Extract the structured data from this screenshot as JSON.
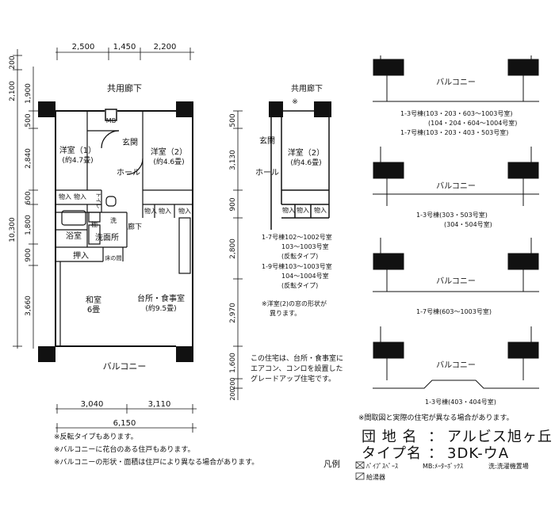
{
  "dims": {
    "top": [
      "2,500",
      "1,450",
      "2,200"
    ],
    "left_outer": [
      "200",
      "2,100",
      "10,300"
    ],
    "left_inner": [
      "1,900",
      "500",
      "2,840",
      "600",
      "1,800",
      "900",
      "3,660"
    ],
    "bottom": [
      "3,040",
      "3,110"
    ],
    "total_width": "6,150",
    "mid_col": [
      "500",
      "3,130",
      "900",
      "2,800",
      "2,970",
      "1,600",
      "200",
      "200"
    ]
  },
  "rooms": {
    "corridor": "共用廊下",
    "western1": "洋室（1）",
    "western1_size": "(約4.7畳)",
    "entrance": "玄関",
    "western2": "洋室（2）",
    "western2_size": "(約4.6畳)",
    "hall": "ホール",
    "mb": "MB",
    "toilet": "トイレ",
    "storage": "物入",
    "shelf": "棚",
    "wash_mark": "洗",
    "bath": "浴室",
    "washroom": "洗面所",
    "hallway": "廊下",
    "oshiire": "押入",
    "tokonoma": "床の間",
    "japanese": "和室",
    "japanese_size": "6畳",
    "kitchen": "台所・食事室",
    "kitchen_size": "(約9.5畳)",
    "balcony": "バルコニー"
  },
  "variant": {
    "corridor": "共用廊下",
    "note_mark": "※",
    "entrance": "玄関",
    "western2": "洋室（2）",
    "western2_size": "(約4.6畳)",
    "hall": "ホール",
    "notes": [
      "1-7号棟102〜1002号室",
      "103〜1003号室",
      "(反転タイプ)",
      "1-9号棟103〜1003号室",
      "104〜1004号室",
      "(反転タイプ)"
    ],
    "window_note": [
      "※洋室(2)の窓の形状が",
      "異ります。"
    ],
    "upgrade_note": [
      "この住宅は、台所・食事室に",
      "エアコン、コンロを設置した",
      "グレードアップ住宅です。"
    ]
  },
  "balconies": {
    "label": "バルコニー",
    "captions": [
      [
        "1-3号棟(103・203・603〜1003号室)",
        "(104・204・604〜1004号室)",
        "1-7号棟(103・203・403・503号室)"
      ],
      [
        "1-3号棟(303・503号室)",
        "(304・504号室)"
      ],
      [
        "1-7号棟(603〜1003号室)"
      ],
      [
        "1-3号棟(403・404号室)"
      ]
    ]
  },
  "footer": {
    "notes": [
      "※反転タイプもあります。",
      "※バルコニーに花台のある住戸もあります。",
      "※バルコニーの形状・面積は住戸により異なる場合があります。"
    ],
    "disclaimer": "※間取図と実際の住宅が異なる場合があります。",
    "estate_label": "団 地 名",
    "estate_value": "アルビス旭ヶ丘",
    "type_label": "タイプ名",
    "type_value": "3DK-ウA",
    "colon": "：",
    "legend_title": "凡例",
    "legend": [
      "ﾊﾟｲﾌﾟｽﾍﾟｰｽ",
      "MB:ﾒｰﾀｰﾎﾞｯｸｽ",
      "洗:洗濯機置場",
      "給湯器"
    ]
  }
}
